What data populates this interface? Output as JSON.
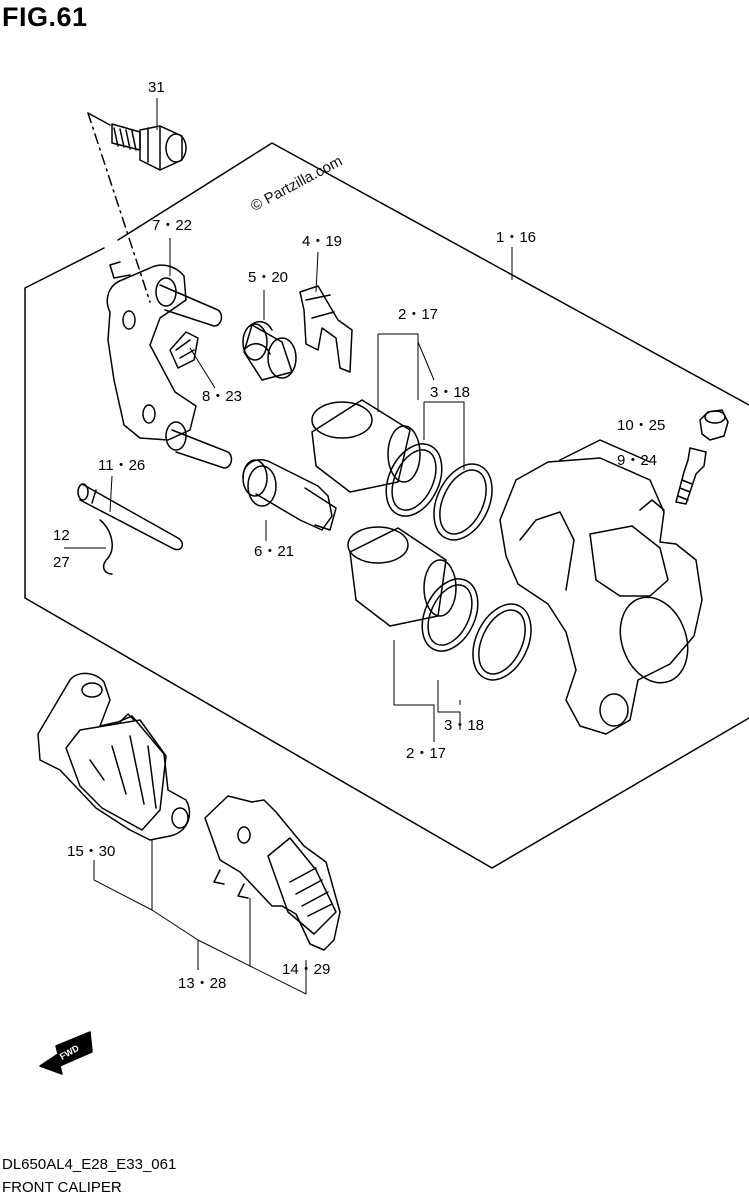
{
  "figure": {
    "title": "FIG.61",
    "watermark": "© Partzilla.com",
    "fwd_label": "FWD",
    "diagram_code": "DL650AL4_E28_E33_061",
    "diagram_name": "FRONT CALIPER"
  },
  "callouts": {
    "c31": "31",
    "c7_22": "7・22",
    "c5_20": "5・20",
    "c4_19": "4・19",
    "c1_16": "1・16",
    "c2_17_top": "2・17",
    "c3_18_top": "3・18",
    "c8_23": "8・23",
    "c10_25": "10・25",
    "c9_24": "9・24",
    "c11_26": "11・26",
    "c12": "12",
    "c27": "27",
    "c6_21": "6・21",
    "c3_18_bottom": "3・18",
    "c2_17_bottom": "2・17",
    "c15_30": "15・30",
    "c14_29": "14・29",
    "c13_28": "13・28"
  }
}
